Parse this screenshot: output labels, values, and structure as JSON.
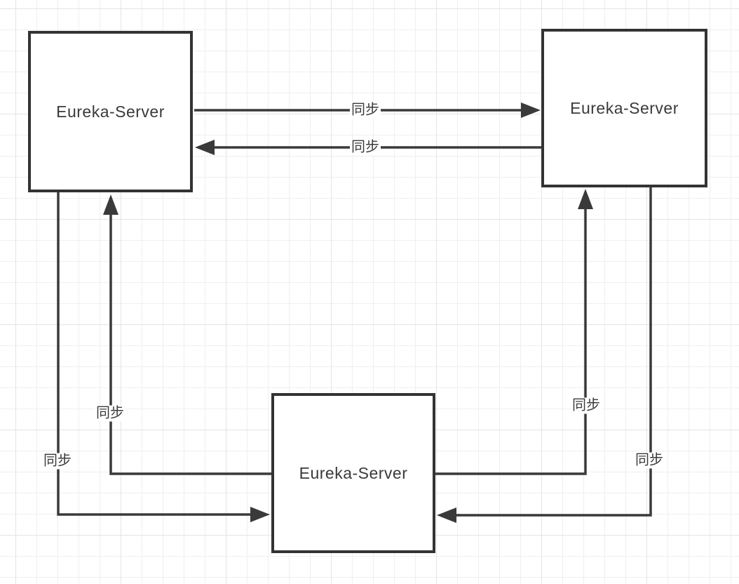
{
  "diagram": {
    "type": "network-topology",
    "nodes": [
      {
        "id": "eureka-server-top-left",
        "label": "Eureka-Server"
      },
      {
        "id": "eureka-server-top-right",
        "label": "Eureka-Server"
      },
      {
        "id": "eureka-server-bottom",
        "label": "Eureka-Server"
      }
    ],
    "edges": [
      {
        "from": "eureka-server-top-left",
        "to": "eureka-server-top-right",
        "label": "同步"
      },
      {
        "from": "eureka-server-top-right",
        "to": "eureka-server-top-left",
        "label": "同步"
      },
      {
        "from": "eureka-server-bottom",
        "to": "eureka-server-top-left",
        "label": "同步"
      },
      {
        "from": "eureka-server-top-left",
        "to": "eureka-server-bottom",
        "label": "同步"
      },
      {
        "from": "eureka-server-bottom",
        "to": "eureka-server-top-right",
        "label": "同步"
      },
      {
        "from": "eureka-server-top-right",
        "to": "eureka-server-bottom",
        "label": "同步"
      }
    ],
    "colors": {
      "background": "#ffffff",
      "grid_minor": "#efefef",
      "grid_major": "#e4e4e4",
      "line": "#3a3a3a",
      "node_border": "#333333",
      "node_fill": "#ffffff",
      "text": "#3a3a3a"
    }
  }
}
